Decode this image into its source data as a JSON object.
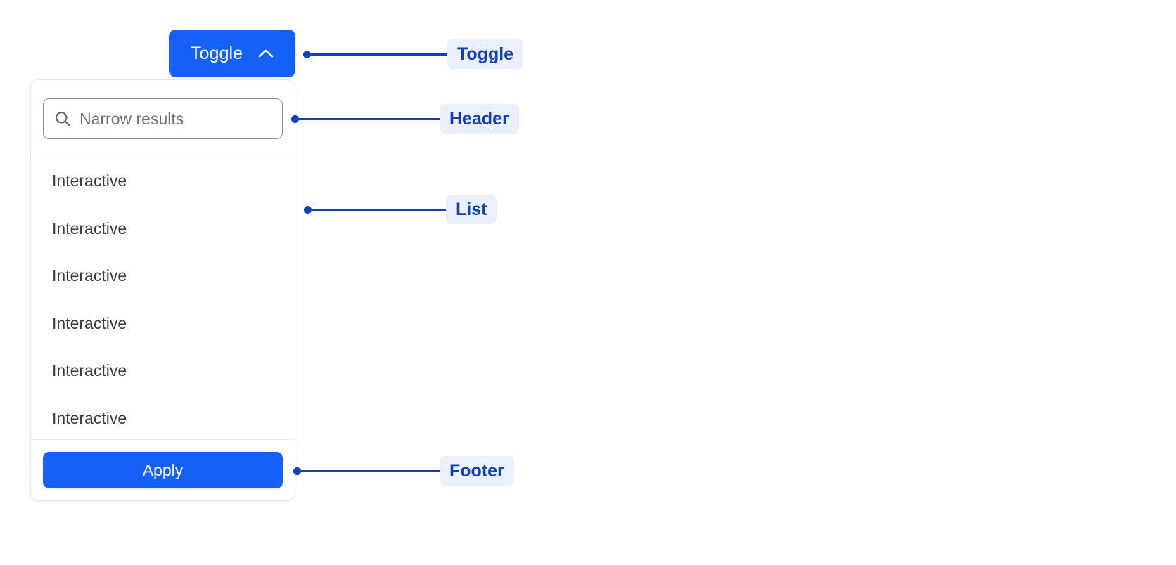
{
  "toggle": {
    "label": "Toggle",
    "icon": "chevron-up-icon",
    "expanded": true,
    "background_color": "#1661f5",
    "text_color": "#ffffff"
  },
  "dropdown": {
    "header": {
      "search": {
        "icon": "search-icon",
        "placeholder": "Narrow results",
        "value": ""
      }
    },
    "list": {
      "items": [
        {
          "label": "Interactive"
        },
        {
          "label": "Interactive"
        },
        {
          "label": "Interactive"
        },
        {
          "label": "Interactive"
        },
        {
          "label": "Interactive"
        },
        {
          "label": "Interactive"
        }
      ]
    },
    "footer": {
      "apply_label": "Apply",
      "apply_background_color": "#1661f5"
    },
    "border_color": "#e3e5e8",
    "background_color": "#ffffff"
  },
  "annotations": {
    "accent_color": "#1340b8",
    "badge_background_color": "#eaf0fd",
    "items": [
      {
        "label": "Toggle",
        "target": "toggle-button"
      },
      {
        "label": "Header",
        "target": "panel-header"
      },
      {
        "label": "List",
        "target": "panel-list"
      },
      {
        "label": "Footer",
        "target": "panel-footer"
      }
    ]
  }
}
